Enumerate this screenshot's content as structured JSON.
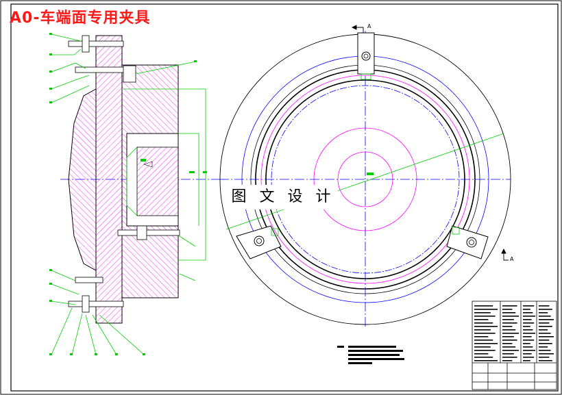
{
  "title": "A0-车端面专用夹具",
  "watermark": "图 文 设 计",
  "section_labels": {
    "top": "A",
    "bottom": "A"
  },
  "colors": {
    "outline": "#000000",
    "hatch": "#ff00ff",
    "centerline": "#0000ff",
    "dimension": "#00cc00",
    "title": "#ff1a1a",
    "circle_magenta": "#ff00ff",
    "circle_blue": "#0000ff"
  }
}
